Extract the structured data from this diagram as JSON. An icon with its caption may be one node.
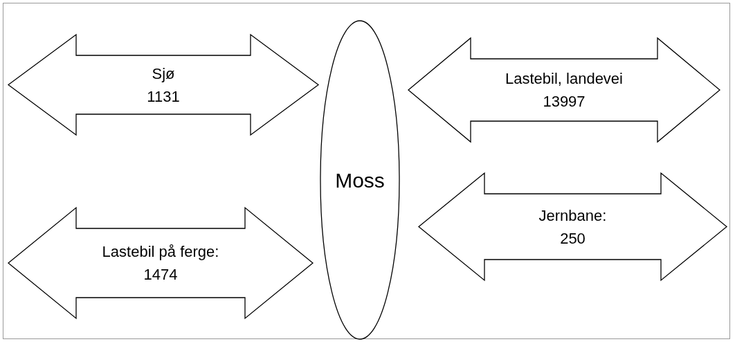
{
  "diagram": {
    "nodes": [
      {
        "text": [
          "Moss"
        ]
      },
      {
        "text": [
          "Sjø",
          "1131"
        ]
      },
      {
        "text": [
          "Lastebil på ferge:",
          "1474"
        ]
      },
      {
        "text": [
          "Lastebil, landevei",
          "13997"
        ]
      },
      {
        "text": [
          "Jernbane:",
          "250"
        ]
      }
    ]
  }
}
